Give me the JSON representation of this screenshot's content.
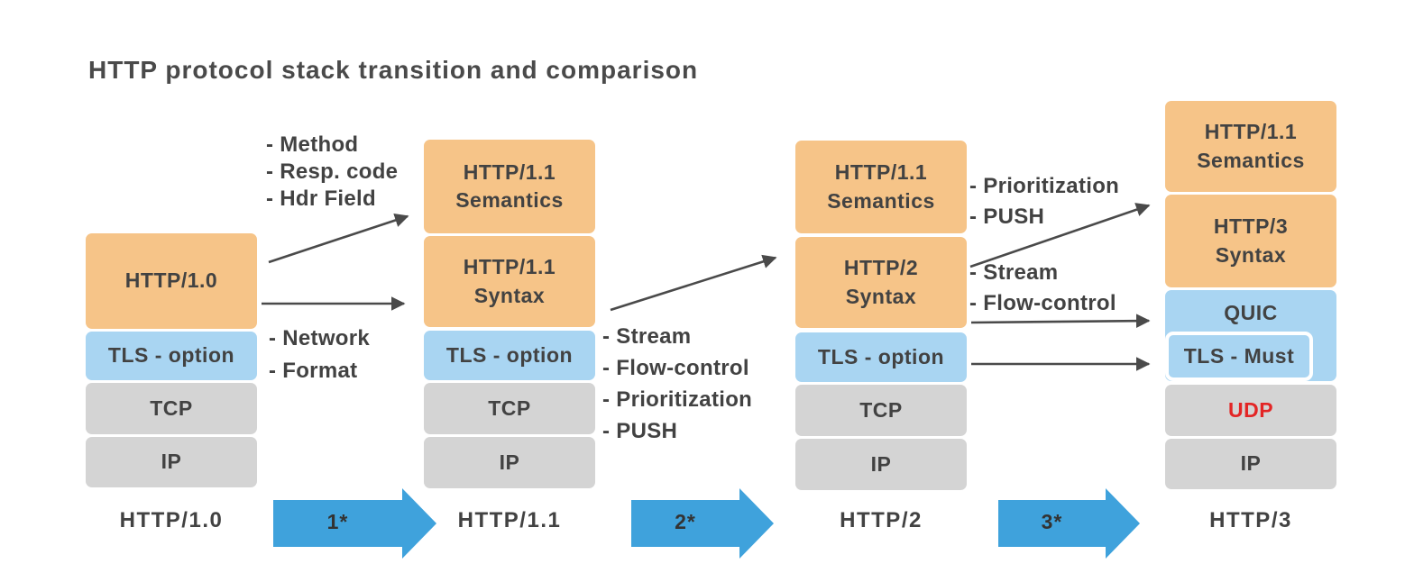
{
  "title": "HTTP protocol stack transition and comparison",
  "colors": {
    "orange_block": "#F6C488",
    "blue_block": "#A9D5F2",
    "gray_block": "#D4D4D4",
    "step_arrow_blue": "#3FA2DC",
    "thin_arrow": "#4a4a4a",
    "text": "#424242",
    "udp_red": "#E32525",
    "background": "#FFFFFF"
  },
  "stacks": [
    {
      "caption": "HTTP/1.0",
      "blocks": [
        {
          "label": "HTTP/1.0",
          "color": "orange"
        },
        {
          "label": "TLS - option",
          "color": "blue"
        },
        {
          "label": "TCP",
          "color": "gray"
        },
        {
          "label": "IP",
          "color": "gray"
        }
      ]
    },
    {
      "caption": "HTTP/1.1",
      "blocks": [
        {
          "label": "HTTP/1.1\nSemantics",
          "color": "orange"
        },
        {
          "label": "HTTP/1.1\nSyntax",
          "color": "orange"
        },
        {
          "label": "TLS - option",
          "color": "blue"
        },
        {
          "label": "TCP",
          "color": "gray"
        },
        {
          "label": "IP",
          "color": "gray"
        }
      ]
    },
    {
      "caption": "HTTP/2",
      "blocks": [
        {
          "label": "HTTP/1.1\nSemantics",
          "color": "orange"
        },
        {
          "label": "HTTP/2\nSyntax",
          "color": "orange"
        },
        {
          "label": "TLS - option",
          "color": "blue"
        },
        {
          "label": "TCP",
          "color": "gray"
        },
        {
          "label": "IP",
          "color": "gray"
        }
      ]
    },
    {
      "caption": "HTTP/3",
      "blocks": [
        {
          "label": "HTTP/1.1\nSemantics",
          "color": "orange"
        },
        {
          "label": "HTTP/3\nSyntax",
          "color": "orange"
        },
        {
          "label": "QUIC",
          "color": "blue"
        },
        {
          "label": "TLS - Must",
          "color": "blue"
        },
        {
          "label": "UDP",
          "color": "gray",
          "text_color": "red"
        },
        {
          "label": "IP",
          "color": "gray"
        }
      ]
    }
  ],
  "transitions": [
    {
      "step_label": "1*",
      "semantics_notes": [
        "- Method",
        "- Resp. code",
        "- Hdr Field"
      ],
      "syntax_notes": [
        "- Network",
        "- Format"
      ]
    },
    {
      "step_label": "2*",
      "syntax_notes": [
        "- Stream",
        "- Flow-control",
        "- Prioritization",
        "- PUSH"
      ]
    },
    {
      "step_label": "3*",
      "semantics_notes": [
        "- Prioritization",
        "- PUSH"
      ],
      "syntax_notes": [
        "- Stream",
        "- Flow-control"
      ]
    }
  ]
}
